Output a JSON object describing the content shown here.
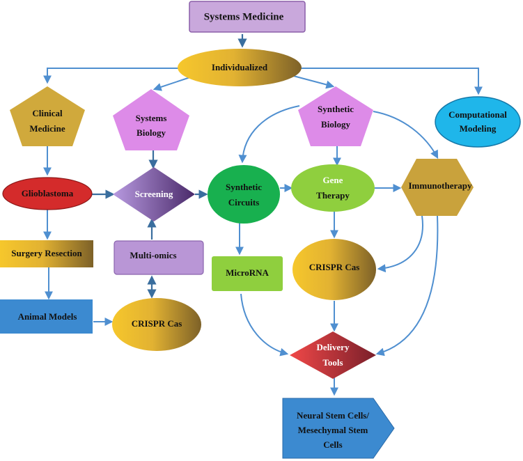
{
  "nodes": {
    "systems_medicine": "Systems Medicine",
    "individualized": "Individualized",
    "clinical_medicine": [
      "Clinical",
      "Medicine"
    ],
    "systems_biology": [
      "Systems",
      "Biology"
    ],
    "synthetic_biology": [
      "Synthetic",
      "Biology"
    ],
    "computational_modeling": [
      "Computational",
      "Modeling"
    ],
    "glioblastoma": "Glioblastoma",
    "screening": "Screening",
    "synthetic_circuits": [
      "Synthetic",
      "Circuits"
    ],
    "gene_therapy": [
      "Gene",
      "Therapy"
    ],
    "immunotherapy": "Immunotherapy",
    "surgery_resection": "Surgery Resection",
    "multi_omics": "Multi-omics",
    "microrna": "MicroRNA",
    "crispr_cas_right": "CRISPR Cas",
    "animal_models": "Animal Models",
    "crispr_cas_left": "CRISPR Cas",
    "delivery_tools": [
      "Delivery",
      "Tools"
    ],
    "stem_cells": [
      "Neural Stem Cells/",
      "Mesechymal Stem",
      "Cells"
    ]
  },
  "colors": {
    "connector": "#4f8fd0",
    "lavender": "#c9a8dc",
    "gold": "#d0a93c",
    "pink": "#dd8be8",
    "cyan": "#1fb6ea",
    "red": "#d42b2b",
    "purple": "#9c6ac4",
    "green": "#18b04f",
    "light_green": "#8fcf3e",
    "blue": "#3c8ad0"
  }
}
